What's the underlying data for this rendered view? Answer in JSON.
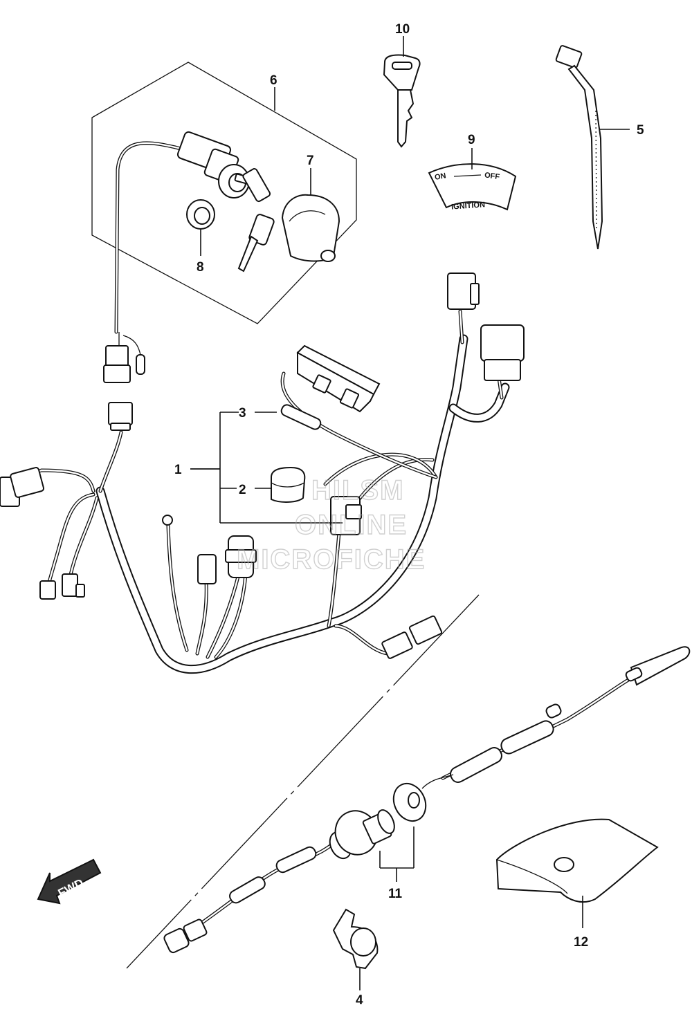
{
  "diagram": {
    "callouts": {
      "c1": "1",
      "c2": "2",
      "c3": "3",
      "c4": "4",
      "c5": "5",
      "c6": "6",
      "c7": "7",
      "c8": "8",
      "c9": "9",
      "c10": "10",
      "c11": "11",
      "c12": "12"
    },
    "ignition_decal": {
      "on": "ON",
      "off": "OFF",
      "label": "IGNITION"
    },
    "fwd_arrow": "FWD",
    "watermark": {
      "line1": "HILSM",
      "line2": "ONLINE",
      "line3": "MICROFICHE"
    }
  }
}
